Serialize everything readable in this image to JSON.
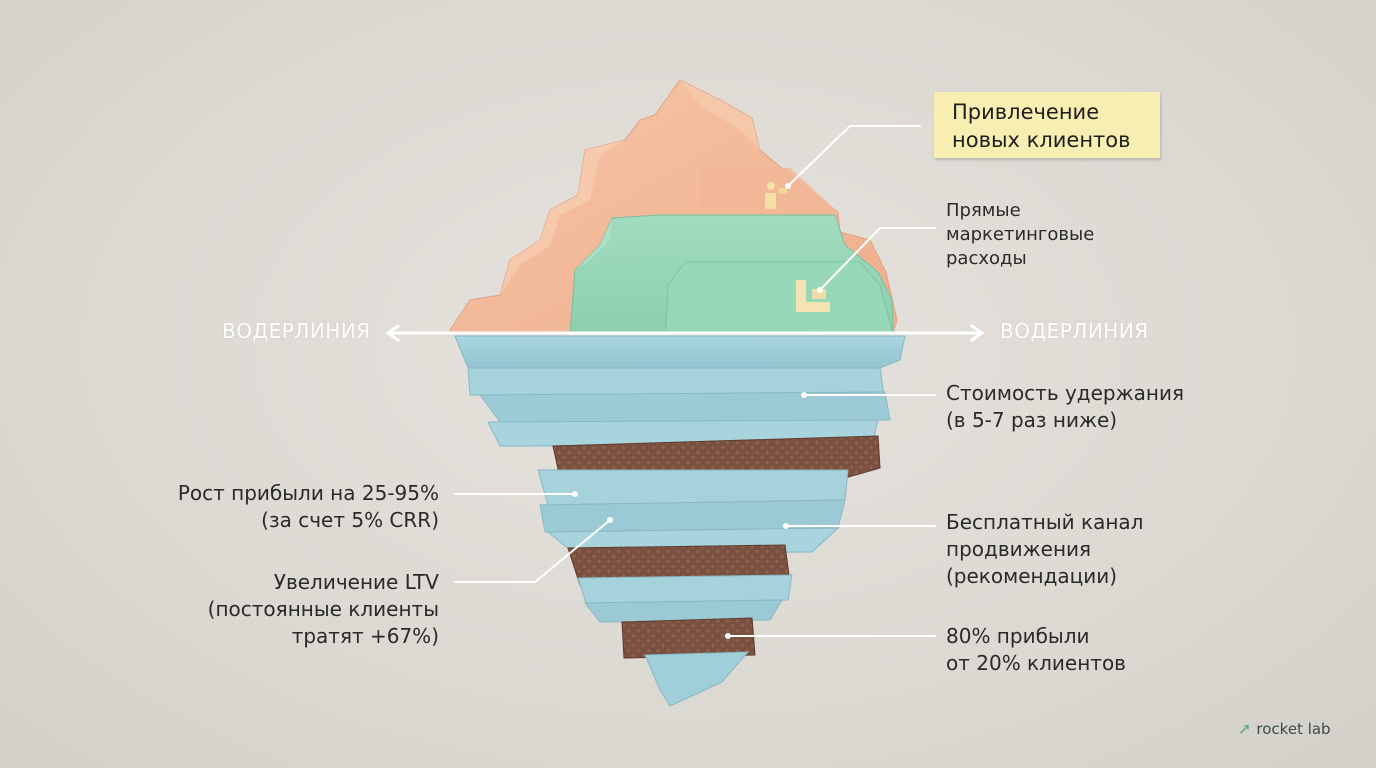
{
  "waterline": {
    "left_label": "ВОДЕРЛИНИЯ",
    "right_label": "ВОДЕРЛИНИЯ"
  },
  "labels": {
    "acquisition": "Привлечение\nновых клиентов",
    "direct_marketing": "Прямые\nмаркетинговые\nрасходы",
    "retention_cost": "Стоимость удержания\n(в 5-7 раз ниже)",
    "profit_growth": "Рост прибыли на 25-95%\n(за счет 5% CRR)",
    "free_channel": "Бесплатный канал\nпродвижения\n(рекомендации)",
    "ltv": "Увеличение LTV\n(постоянные клиенты\nтратят +67%)",
    "pareto": "80% прибыли\nот 20% клиентов"
  },
  "brand": {
    "name": "rocket lab",
    "icon": "rocket-arrow-icon"
  },
  "colors": {
    "peach": "#f1b99a",
    "mint": "#95d6b6",
    "ice_blue": "#9fcfd9",
    "chocolate": "#7a5141",
    "sticky": "#f7eeb2"
  }
}
